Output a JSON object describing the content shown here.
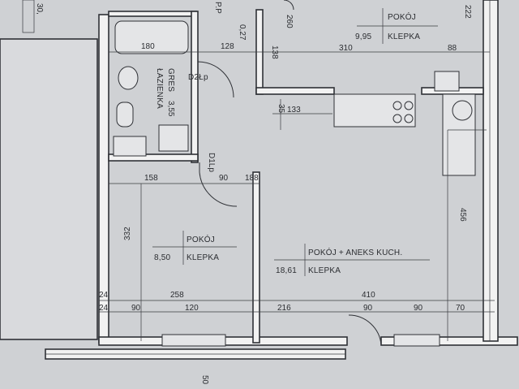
{
  "rooms": {
    "bathroom": {
      "name": "ŁAZIENKA",
      "finish": "GRES",
      "area": "3,55"
    },
    "top_room": {
      "name": "POKÓJ",
      "area": "9,95",
      "finish": "KLEPKA"
    },
    "small_room": {
      "name": "POKÓJ",
      "area": "8,50",
      "finish": "KLEPKA"
    },
    "living_kitchen": {
      "name": "POKÓJ + ANEKS KUCH.",
      "area": "18,61",
      "finish": "KLEPKA"
    },
    "side_room": {
      "name": "P.P",
      "area": "0,27"
    }
  },
  "doors": {
    "bath_door": "D2Łp",
    "room_door": "D1Lp"
  },
  "dimensions": {
    "d180": "180",
    "d128": "128",
    "d310": "310",
    "d88": "88",
    "d138": "138",
    "d260": "260",
    "d222": "222",
    "d35": "35",
    "d133": "133",
    "d158": "158",
    "d90a": "90",
    "d188": "188",
    "d332": "332",
    "d456": "456",
    "d24a": "24",
    "d258": "258",
    "d410": "410",
    "d24b": "24",
    "d90b": "90",
    "d120": "120",
    "d216": "216",
    "d90c": "90",
    "d90d": "90",
    "d70": "70",
    "d30": "30,",
    "d50": "50"
  }
}
